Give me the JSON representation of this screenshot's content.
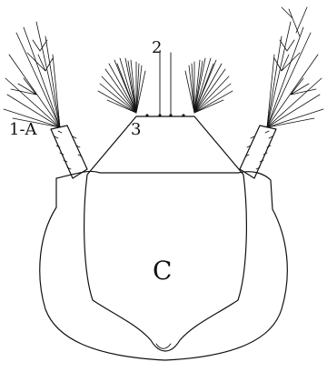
{
  "labels": {
    "seta_2": "2",
    "seta_3": "3",
    "antenna": "1-A",
    "clypeus": "C"
  }
}
